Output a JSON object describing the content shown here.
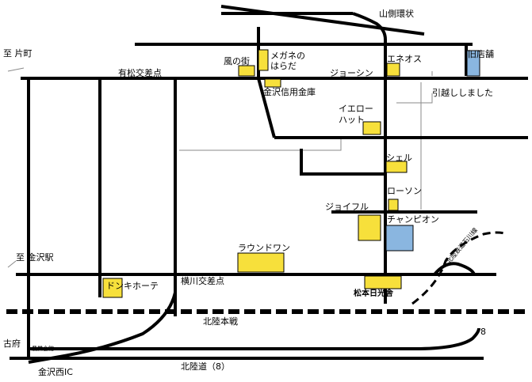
{
  "labels": {
    "sanso_kanjo": "山側環状",
    "kyu_tenpo": "旧店舗",
    "hikkoshi": "引越ししました",
    "to_katamachi": "至 片町",
    "arimatsu": "有松交差点",
    "kaze_no_machi": "風の街",
    "megane_no_harada": "メガネの\nはらだ",
    "kanazawa_shinkin": "金沢信用金庫",
    "joshin": "ジョーシン",
    "eneos": "エネオス",
    "yellow_hat": "イエロー\nハット",
    "shell": "シェル",
    "lawson": "ローソン",
    "joyful": "ジョイフル",
    "champion": "チャンピオン",
    "round_one": "ラウンドワン",
    "to_kanazawa_eki": "至 金沢駅",
    "don_quijote": "ドンキホーテ",
    "yokogawa": "横川交差点",
    "matsumoto_nikkosha": "松本日光舎",
    "hokuriku_tetsudo": "北陸鉄道石川線",
    "hokuriku_honsen": "北陸本戦",
    "kofu": "古府",
    "nogyo_kaikan": "農業会館",
    "kanazawa_nishi_ic": "金沢西IC",
    "hokurikudo": "北陸道（8）",
    "route8": "8"
  },
  "colors": {
    "road": "#000000",
    "minor_road": "#8a8a8a",
    "store_yellow": "#f7e03b",
    "store_blue": "#8ab6e0",
    "rail_dash": "#000000"
  }
}
